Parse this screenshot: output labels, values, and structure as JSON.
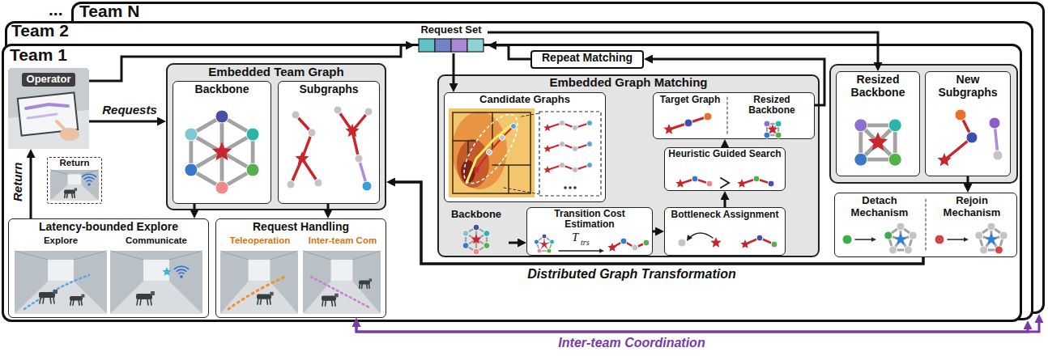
{
  "diagram": {
    "nodes": [
      {
        "text": [
          "Team N"
        ]
      },
      {
        "text": [
          "Team 2"
        ]
      },
      {
        "text": [
          "Team 1"
        ]
      },
      {
        "text": [
          "Operator"
        ],
        "in": 2
      },
      {
        "text": [
          "Return"
        ],
        "in": 2
      },
      {
        "text": [
          "Embedded Team Graph"
        ],
        "in": 2
      },
      {
        "text": [
          "Backbone"
        ],
        "in": 5
      },
      {
        "text": [
          "Subgraphs"
        ],
        "in": 5
      },
      {
        "text": [
          "Request Set"
        ]
      },
      {
        "text": [
          "Repeat Matching"
        ],
        "in": 2
      },
      {
        "text": [
          "Embedded Graph Matching"
        ],
        "in": 2
      },
      {
        "text": [
          "Candidate Graphs"
        ],
        "in": 10
      },
      {
        "text": [
          "Backbone"
        ],
        "in": 10
      },
      {
        "text": [
          "Transition Cost Estimation"
        ],
        "in": 10
      },
      {
        "text": [
          "Bottleneck Assignment"
        ],
        "in": 10
      },
      {
        "text": [
          "Heuristic Guided Search"
        ],
        "in": 10
      },
      {
        "text": [
          "Target Graph",
          "Resized Backbone"
        ],
        "in": 10
      },
      {
        "text": [
          "Resized Backbone"
        ],
        "in": 2
      },
      {
        "text": [
          "New Subgraphs"
        ],
        "in": 2
      },
      {
        "text": [
          "Detach Mechanism",
          "Rejoin Mechanism"
        ],
        "in": 2
      },
      {
        "text": [
          "Latency-bounded Explore",
          "Explore",
          "Communicate"
        ],
        "in": 2
      },
      {
        "text": [
          "Request Handling",
          "Teleoperation",
          "Inter-team Com"
        ],
        "in": 2
      }
    ],
    "edges": [
      {
        "from": 3,
        "to": 5,
        "arrow": "to",
        "label": "Requests"
      },
      {
        "from": 3,
        "to": 8,
        "arrow": "to"
      },
      {
        "from": 9,
        "to": 8,
        "arrow": "to"
      },
      {
        "from": 16,
        "to": 9,
        "arrow": "to"
      },
      {
        "from": 8,
        "to": 11,
        "arrow": "to"
      },
      {
        "from": 8,
        "to": 17,
        "arrow": "to"
      },
      {
        "from": 12,
        "to": 13,
        "arrow": "to"
      },
      {
        "from": 13,
        "to": 14,
        "arrow": "to"
      },
      {
        "from": 14,
        "to": 15,
        "arrow": "to"
      },
      {
        "from": 15,
        "to": 16,
        "arrow": "to"
      },
      {
        "from": 18,
        "to": 19,
        "arrow": "to"
      },
      {
        "from": 19,
        "to": 5,
        "arrow": "to",
        "label": "Distributed Graph Transformation"
      },
      {
        "from": 6,
        "to": 20,
        "arrow": "to"
      },
      {
        "from": 7,
        "to": 21,
        "arrow": "to"
      },
      {
        "from": 20,
        "to": 3,
        "arrow": "to",
        "label": "Return"
      },
      {
        "from": 21,
        "to": 1,
        "arrow": "both",
        "label": "Inter-team Coordination"
      },
      {
        "from": 21,
        "to": 0,
        "arrow": "both"
      }
    ],
    "labels": [
      "...",
      "T",
      "trs"
    ]
  }
}
